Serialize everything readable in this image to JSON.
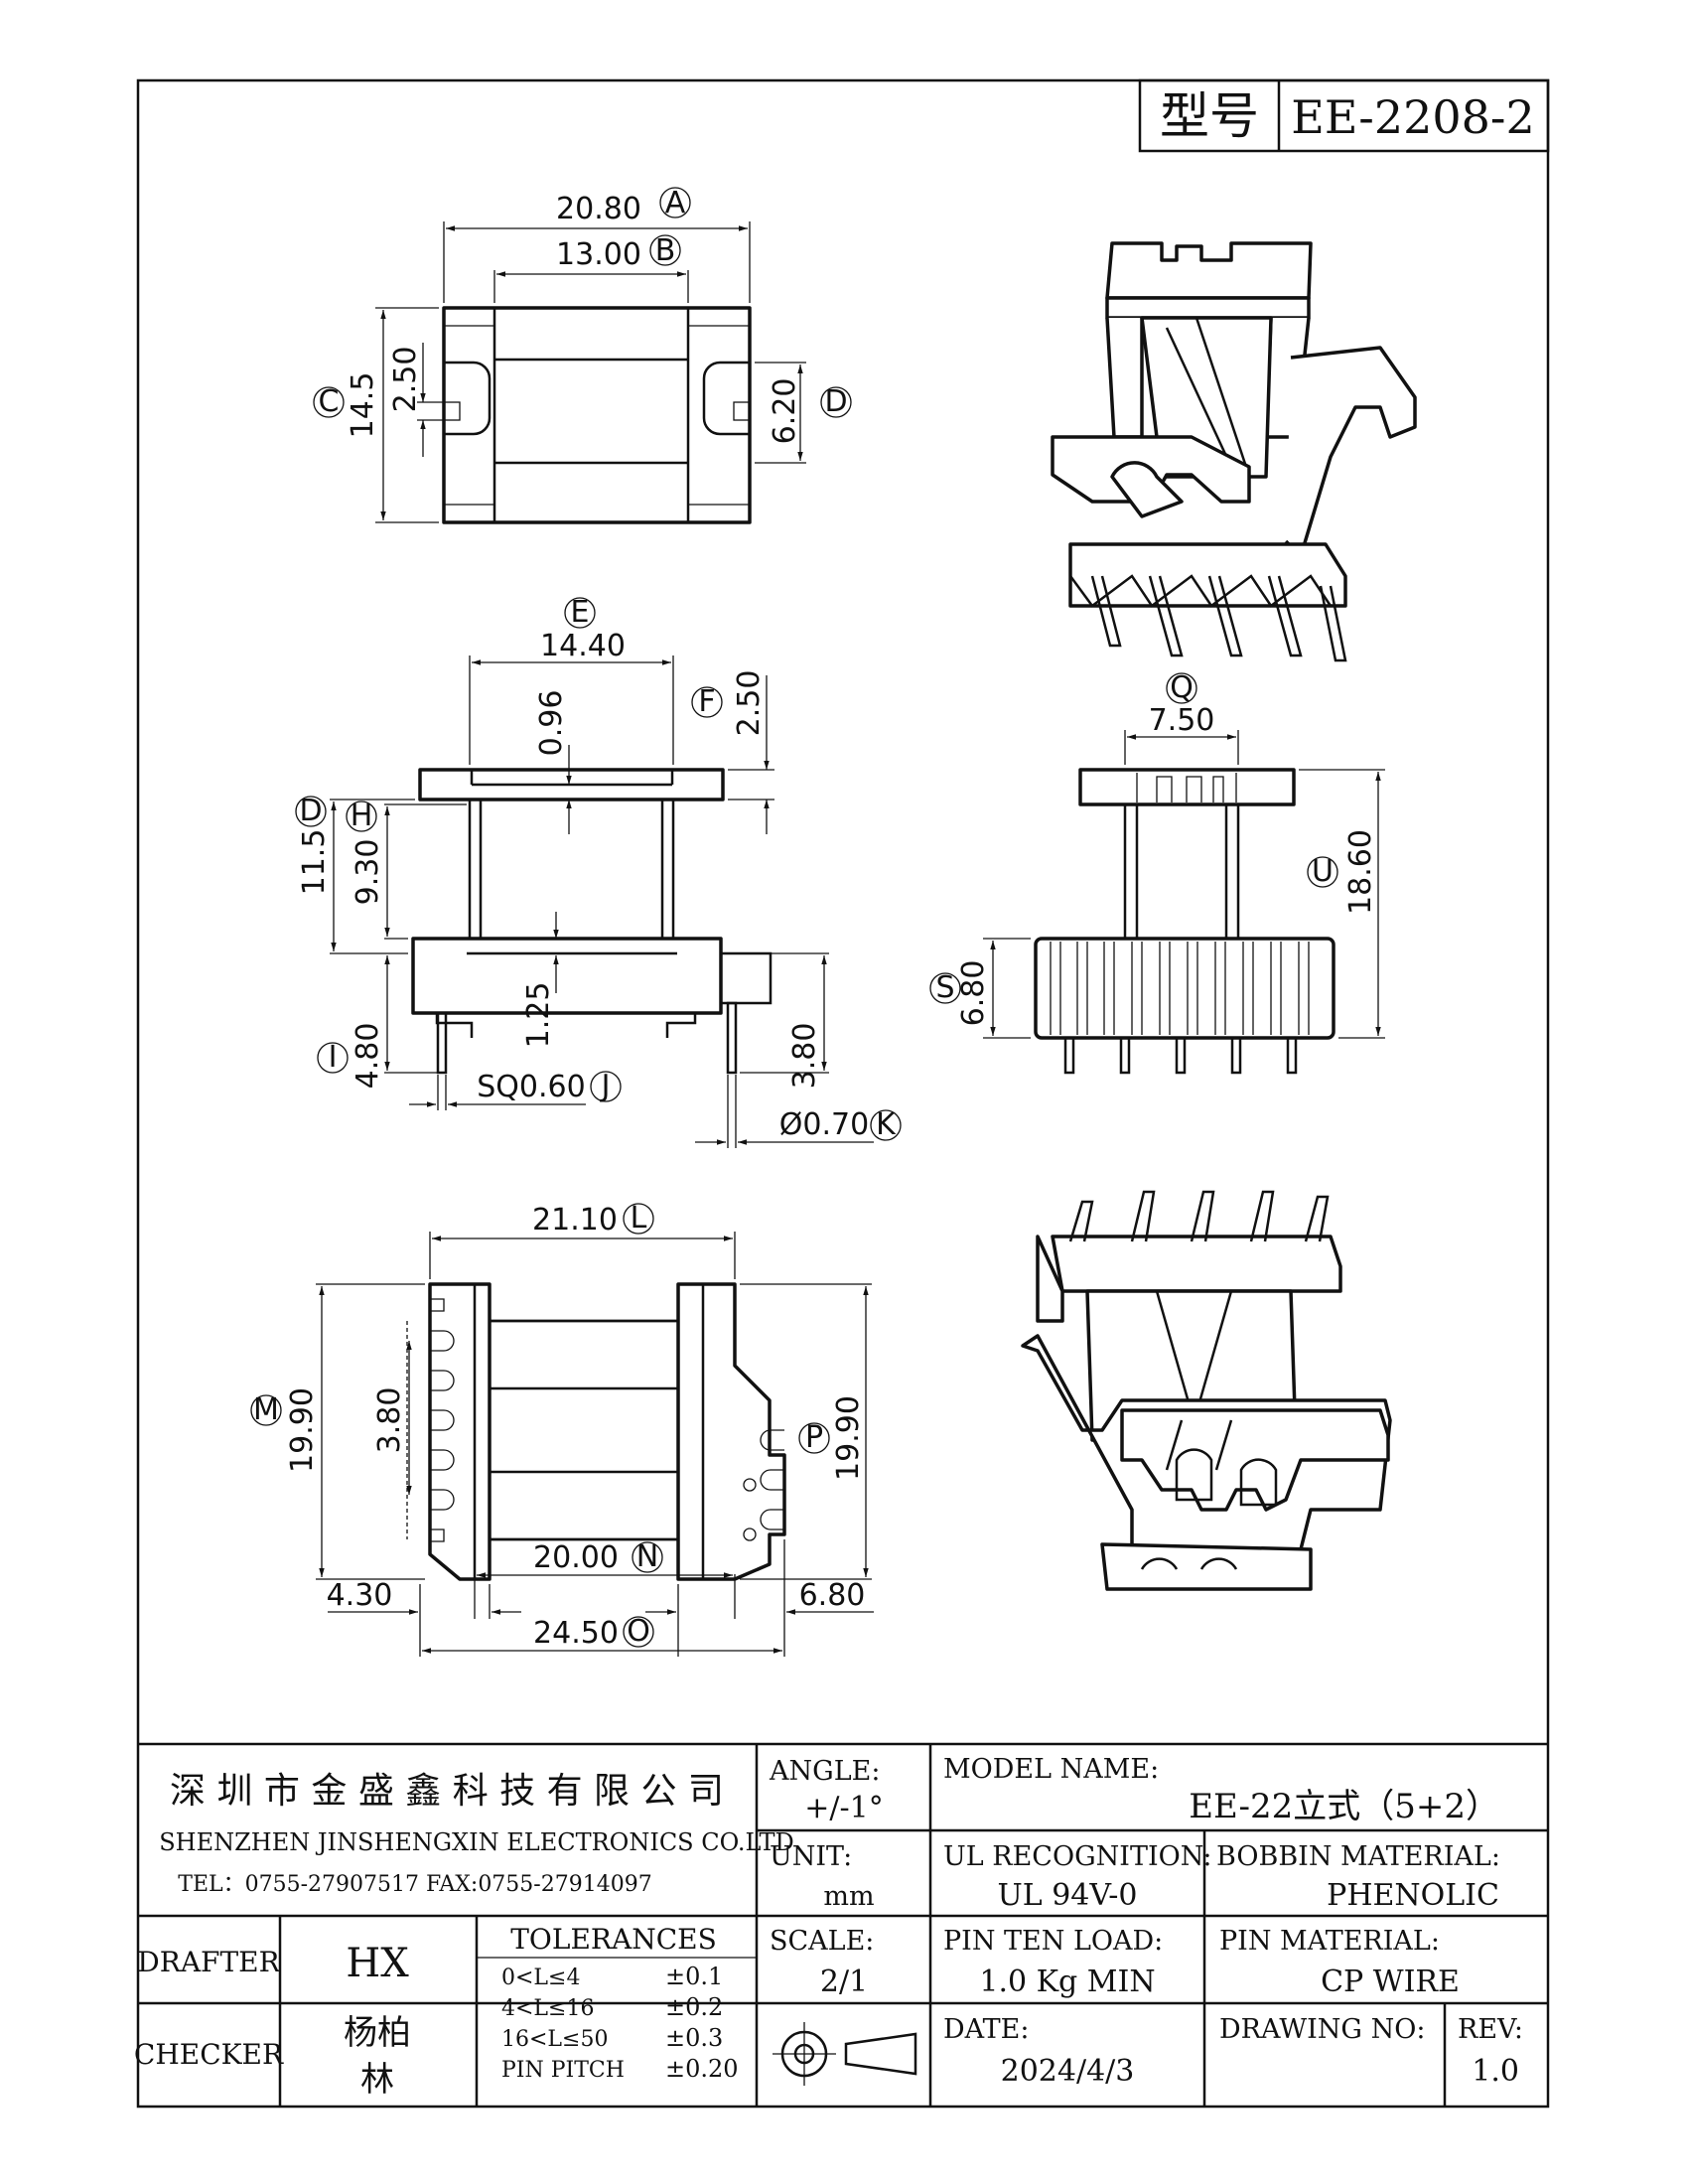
{
  "header": {
    "model_label": "型号",
    "model_value": "EE-2208-2"
  },
  "views": {
    "top": {
      "dim_a": "20.80",
      "tag_a": "A",
      "dim_b": "13.00",
      "tag_b": "B",
      "dim_c": "14.5",
      "tag_c": "C",
      "dim_slot": "2.50",
      "dim_d": "6.20",
      "tag_d": "D"
    },
    "front": {
      "dim_e": "14.40",
      "tag_e": "E",
      "dim_f": "2.50",
      "tag_f": "F",
      "dim_096": "0.96",
      "dim_d": "11.5",
      "tag_d": "D",
      "dim_h": "9.30",
      "tag_h": "H",
      "dim_125": "1.25",
      "dim_i": "4.80",
      "tag_i": "I",
      "dim_j": "SQ0.60",
      "tag_j": "J",
      "dim_380": "3.80",
      "dim_k": "Ø0.70",
      "tag_k": "K"
    },
    "side": {
      "dim_q": "7.50",
      "tag_q": "Q",
      "dim_u": "18.60",
      "tag_u": "U",
      "dim_s": "6.80",
      "tag_s": "S"
    },
    "bottom": {
      "dim_l": "21.10",
      "tag_l": "L",
      "dim_m": "19.90",
      "tag_m": "M",
      "dim_380": "3.80",
      "dim_p": "19.90",
      "tag_p": "P",
      "dim_n": "20.00",
      "tag_n": "N",
      "dim_430": "4.30",
      "dim_680": "6.80",
      "dim_o": "24.50",
      "tag_o": "O"
    }
  },
  "title_block": {
    "company_cn": "深 圳 市 金 盛 鑫 科 技 有 限 公 司",
    "company_en": "SHENZHEN JINSHENGXIN ELECTRONICS  CO.LTD",
    "contact": "TEL：0755-27907517   FAX:0755-27914097",
    "angle_label": "ANGLE:",
    "angle_value": "+/-1°",
    "unit_label": "UNIT:",
    "unit_value": "mm",
    "scale_label": "SCALE:",
    "scale_value": "2/1",
    "model_name_label": "MODEL NAME:",
    "model_name_value": "EE-22立式（5+2）",
    "ul_label": "UL RECOGNITION:",
    "ul_value": "UL 94V-0",
    "bobbin_label": "BOBBIN MATERIAL:",
    "bobbin_value": "PHENOLIC",
    "pin_load_label": "PIN TEN LOAD:",
    "pin_load_value": "1.0 Kg MIN",
    "pin_material_label": "PIN MATERIAL:",
    "pin_material_value": "CP WIRE",
    "date_label": "DATE:",
    "date_value": "2024/4/3",
    "drawing_no_label": "DRAWING NO:",
    "drawing_no_value": "",
    "rev_label": "REV:",
    "rev_value": "1.0",
    "drafter_label": "DRAFTER",
    "drafter_value": "HX",
    "checker_label": "CHECKER",
    "checker_value_1": "杨柏",
    "checker_value_2": "林",
    "tolerances_title": "TOLERANCES",
    "tolerances": [
      {
        "range": "0<L≤4",
        "value": "±0.1"
      },
      {
        "range": "4<L≤16",
        "value": "±0.2"
      },
      {
        "range": "16<L≤50",
        "value": "±0.3"
      },
      {
        "range": "PIN PITCH",
        "value": "±0.20"
      }
    ]
  }
}
